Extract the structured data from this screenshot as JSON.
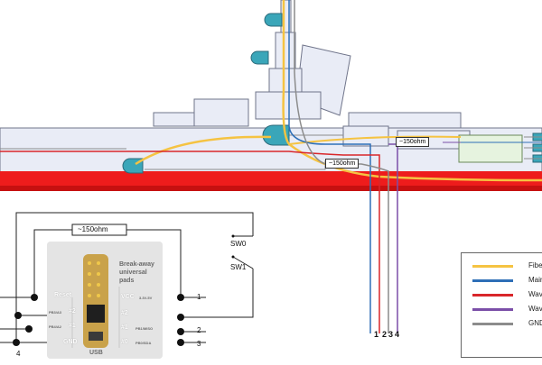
{
  "ship_labels": {
    "resistor_top_a": "~150ohm",
    "resistor_top_b": "~150ohm"
  },
  "wire_numbers": [
    "1",
    "2",
    "3",
    "4"
  ],
  "schematic": {
    "resistor": "~150ohm",
    "switch_0": "SW0",
    "switch_1": "SW1",
    "pin_1": "1",
    "pin_2": "2",
    "pin_3": "3",
    "pin_4": "4"
  },
  "board": {
    "title_line1": "Break-away",
    "title_line2": "universal",
    "title_line3": "pads",
    "reset": "Reset",
    "vcc": "VCC",
    "vcc_note": "3.3V-5V",
    "p2_left": "#2",
    "p1_left": "#1",
    "p2_right": "#2",
    "p1_right": "#1",
    "p0_right": "#0",
    "gnd": "GND",
    "usb": "USB",
    "left_note_a": "PB3/A3",
    "left_note_b": "PB4/A2",
    "right_note_a": "PB1/MISO",
    "right_note_b": "PB0/SDA"
  },
  "legend": {
    "items": [
      {
        "label": "Fiber",
        "color": "#f5c342"
      },
      {
        "label": "Main",
        "color": "#2e6fb7"
      },
      {
        "label": "Wave",
        "color": "#d9262a"
      },
      {
        "label": "Wave",
        "color": "#7b4fa8"
      },
      {
        "label": "GND",
        "color": "#8c8c8c"
      }
    ]
  },
  "colors": {
    "hull": "#e9ecf6",
    "hull_outline": "#6f748a",
    "waterline": "#ee1c1c",
    "accent_blue": "#3aa6b9"
  }
}
